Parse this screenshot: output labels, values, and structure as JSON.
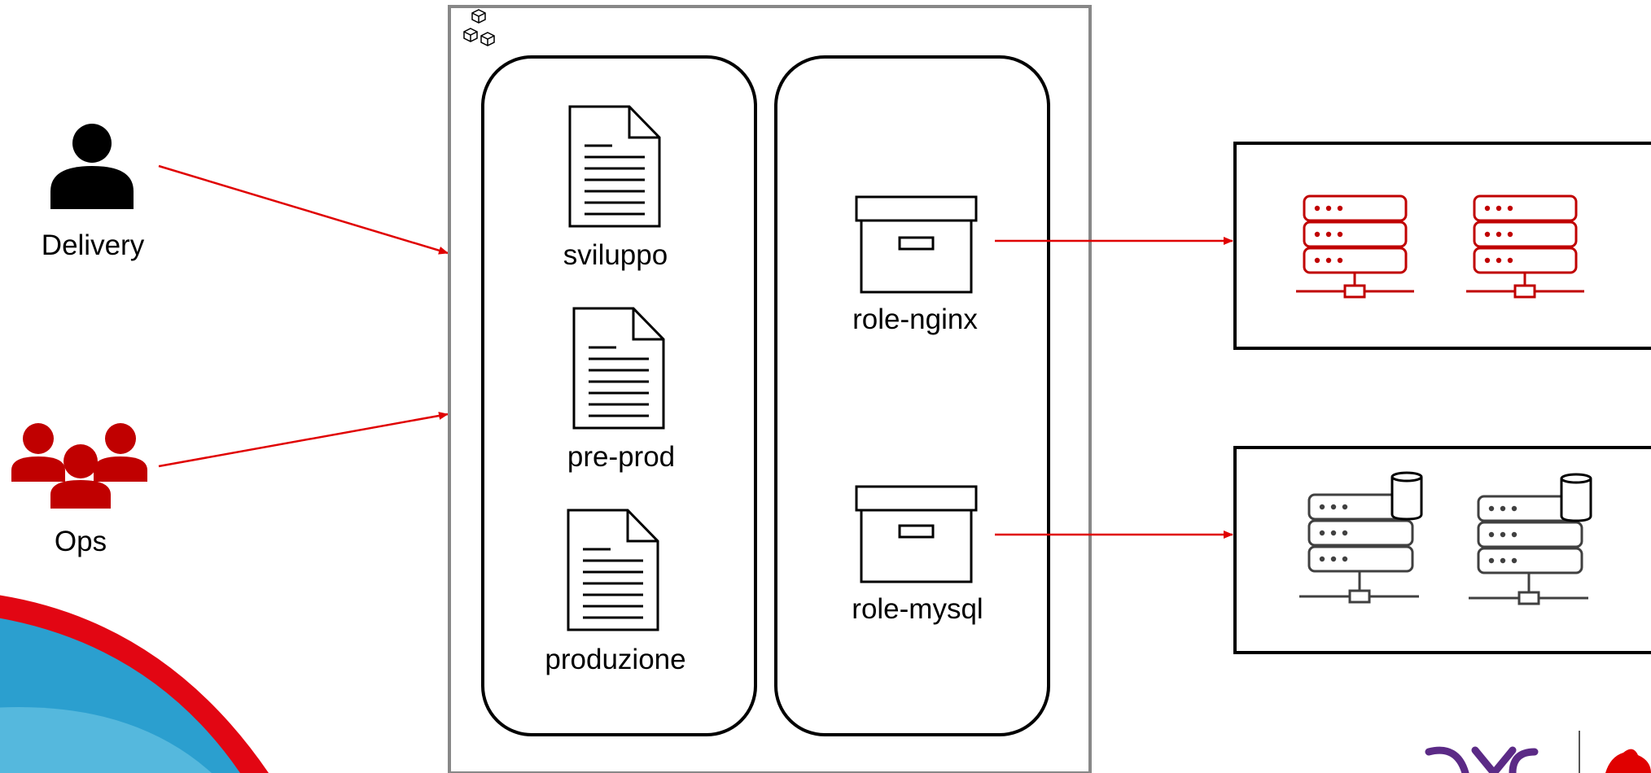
{
  "actors": {
    "delivery": {
      "label": "Delivery",
      "color": "#000000"
    },
    "ops": {
      "label": "Ops",
      "color": "#c00000"
    }
  },
  "inventories": [
    "sviluppo",
    "pre-prod",
    "produzione"
  ],
  "roles": [
    "role-nginx",
    "role-mysql"
  ],
  "colors": {
    "arrow": "#e00000",
    "container_border": "#888888",
    "web_server": "#c00000",
    "db_server": "#404040",
    "swoosh_blue": "#3aa9d4",
    "swoosh_red": "#e20613",
    "logo_purple": "#5b2a86"
  },
  "icons": {
    "playbook_container": "cubes-icon",
    "inventory": "document-icon",
    "role": "archive-box-icon",
    "web_server": "server-rack-icon",
    "db_server": "database-server-icon"
  }
}
